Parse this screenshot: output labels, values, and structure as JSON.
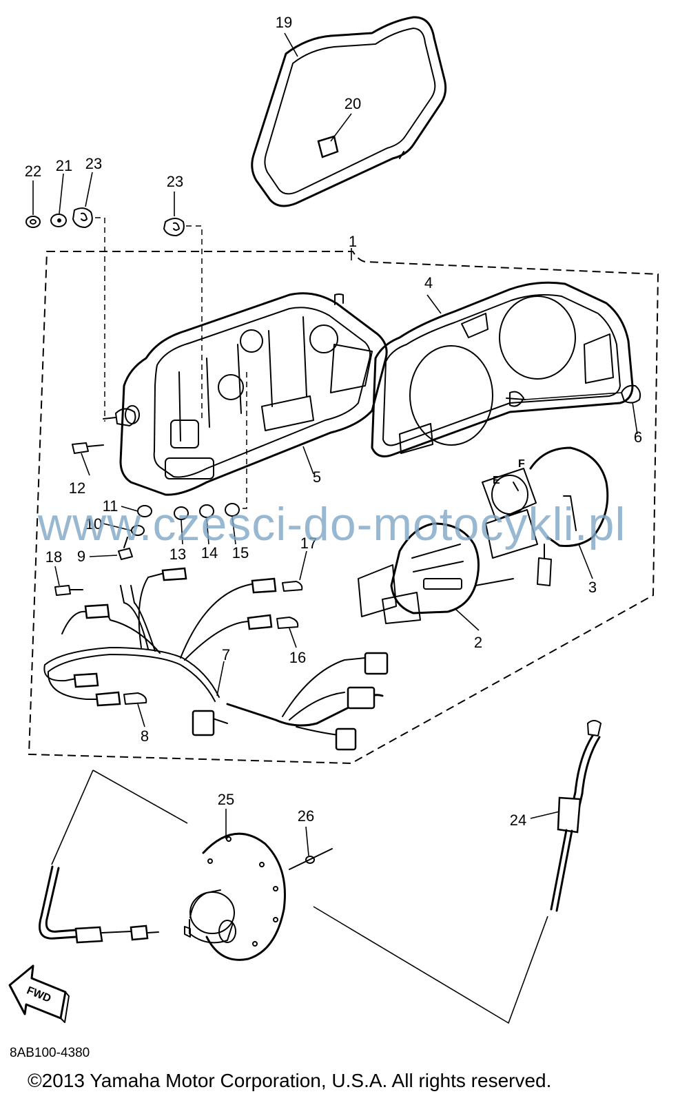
{
  "diagram": {
    "part_labels": [
      "1",
      "2",
      "3",
      "4",
      "5",
      "6",
      "7",
      "8",
      "9",
      "10",
      "11",
      "12",
      "13",
      "14",
      "15",
      "16",
      "17",
      "18",
      "19",
      "20",
      "21",
      "22",
      "23",
      "23",
      "24",
      "25",
      "26"
    ],
    "watermark": "www.czesci-do-motocykli.pl",
    "diagram_code": "8AB100-4380",
    "copyright": "©2013 Yamaha Motor Corporation, U.S.A. All rights reserved.",
    "fwd_label": "FWD",
    "gauge_letters": {
      "fuel_e": "E",
      "fuel_f": "F"
    }
  }
}
